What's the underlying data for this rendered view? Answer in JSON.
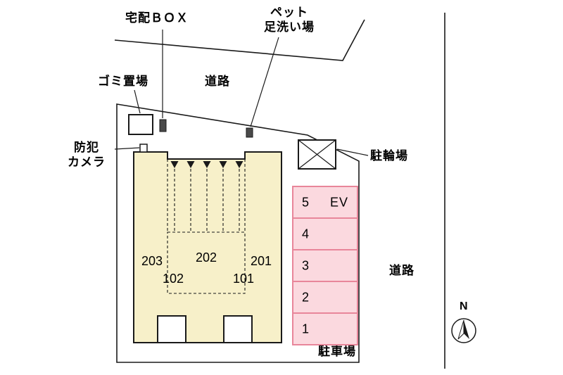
{
  "colors": {
    "line": "#1a1a1a",
    "building_fill": "#f7f0c9",
    "building_stroke": "#1a1a1a",
    "parking_fill": "#fbd9df",
    "parking_border": "#e8869a"
  },
  "labels": {
    "delivery_box": "宅配ＢＯＸ",
    "pet_wash_1": "ペット",
    "pet_wash_2": "足洗い場",
    "garbage_area": "ゴミ置場",
    "road_top": "道路",
    "security_camera_1": "防犯",
    "security_camera_2": "カメラ",
    "bicycle_parking": "駐輪場",
    "road_right": "道路",
    "parking_lot": "駐車場",
    "compass_north": "N"
  },
  "building": {
    "units": {
      "u203": "203",
      "u202": "202",
      "u201": "201",
      "u102": "102",
      "u101": "101"
    }
  },
  "parking": {
    "spaces": [
      {
        "number": "5",
        "tag": "EV"
      },
      {
        "number": "4",
        "tag": ""
      },
      {
        "number": "3",
        "tag": ""
      },
      {
        "number": "2",
        "tag": ""
      },
      {
        "number": "1",
        "tag": ""
      }
    ]
  }
}
